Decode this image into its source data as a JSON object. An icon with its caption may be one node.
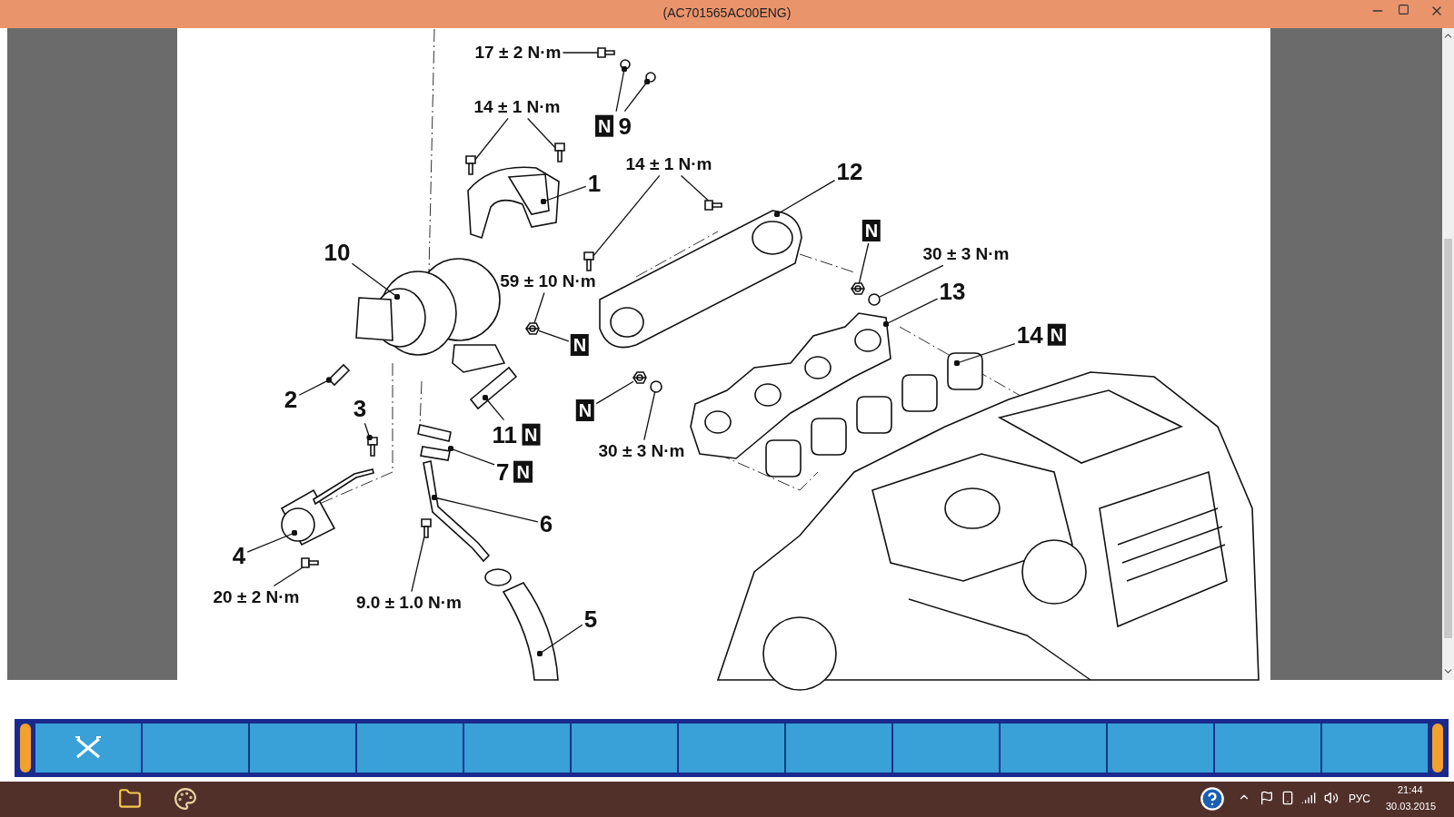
{
  "diagram": {
    "nodes": [
      {
        "text": [
          "17 ± 2 N·m"
        ]
      },
      {
        "text": [
          "14 ± 1 N·m"
        ]
      },
      {
        "text": [
          "N",
          "9"
        ]
      },
      {
        "text": [
          "1"
        ]
      },
      {
        "text": [
          "14 ± 1 N·m"
        ]
      },
      {
        "text": [
          "12"
        ]
      },
      {
        "text": [
          "N"
        ]
      },
      {
        "text": [
          "10"
        ]
      },
      {
        "text": [
          "30 ± 3 N·m"
        ]
      },
      {
        "text": [
          "59 ± 10 N·m"
        ]
      },
      {
        "text": [
          "13"
        ]
      },
      {
        "text": [
          "14",
          "N"
        ]
      },
      {
        "text": [
          "N"
        ]
      },
      {
        "text": [
          "2"
        ]
      },
      {
        "text": [
          "N"
        ]
      },
      {
        "text": [
          "3"
        ]
      },
      {
        "text": [
          "11",
          "N"
        ]
      },
      {
        "text": [
          "30 ± 3 N·m"
        ]
      },
      {
        "text": [
          "7",
          "N"
        ]
      },
      {
        "text": [
          "6"
        ]
      },
      {
        "text": [
          "4"
        ]
      },
      {
        "text": [
          "20 ± 2 N·m"
        ]
      },
      {
        "text": [
          "9.0 ± 1.0 N·m"
        ]
      },
      {
        "text": [
          "5"
        ]
      },
      {
        "text": [],
        "shape": "picture"
      },
      {
        "text": [],
        "shape": "circle"
      },
      {
        "text": [],
        "shape": "circle"
      },
      {
        "text": [],
        "shape": "picture"
      },
      {
        "text": [],
        "shape": "picture"
      },
      {
        "text": [],
        "shape": "picture"
      },
      {
        "text": [],
        "shape": "picture"
      },
      {
        "text": [],
        "shape": "picture"
      },
      {
        "text": [],
        "shape": "picture"
      },
      {
        "text": [],
        "shape": "picture"
      },
      {
        "text": [],
        "shape": "circle"
      },
      {
        "text": [],
        "shape": "picture"
      },
      {
        "text": [],
        "shape": "picture"
      },
      {
        "text": [],
        "shape": "picture"
      },
      {
        "text": [],
        "shape": "picture"
      },
      {
        "text": [],
        "shape": "picture"
      },
      {
        "text": [],
        "shape": "picture"
      },
      {
        "text": [],
        "shape": "circle"
      },
      {
        "text": [],
        "shape": "picture"
      },
      {
        "text": [],
        "shape": "picture"
      },
      {
        "text": [],
        "shape": "picture"
      },
      {
        "text": [],
        "shape": "picture"
      },
      {
        "text": [],
        "shape": "picture"
      },
      {
        "text": [],
        "shape": "picture"
      },
      {
        "text": [],
        "shape": "picture"
      },
      {
        "text": [],
        "shape": "picture"
      }
    ],
    "edges": [
      {
        "from": 0,
        "to": 24,
        "arrow": "none"
      },
      {
        "from": 1,
        "to": 28,
        "arrow": "none"
      },
      {
        "from": 1,
        "to": 27,
        "arrow": "none"
      },
      {
        "from": 2,
        "to": 25,
        "arrow": "other"
      },
      {
        "from": 2,
        "to": 26,
        "arrow": "other"
      },
      {
        "from": 3,
        "to": 29,
        "arrow": "other"
      },
      {
        "from": 4,
        "to": 32,
        "arrow": "none"
      },
      {
        "from": 4,
        "to": 30,
        "arrow": "none"
      },
      {
        "from": 5,
        "to": 31,
        "arrow": "other"
      },
      {
        "from": 6,
        "to": 33,
        "arrow": "none"
      },
      {
        "from": 7,
        "to": 35,
        "arrow": "other"
      },
      {
        "from": 8,
        "to": 34,
        "arrow": "none"
      },
      {
        "from": 9,
        "to": 37,
        "arrow": "none"
      },
      {
        "from": 10,
        "to": 36,
        "arrow": "other"
      },
      {
        "from": 11,
        "to": 38,
        "arrow": "other"
      },
      {
        "from": 12,
        "to": 37,
        "arrow": "none"
      },
      {
        "from": 13,
        "to": 39,
        "arrow": "other"
      },
      {
        "from": 14,
        "to": 40,
        "arrow": "none"
      },
      {
        "from": 15,
        "to": 44,
        "arrow": "other"
      },
      {
        "from": 16,
        "to": 42,
        "arrow": "other"
      },
      {
        "from": 17,
        "to": 41,
        "arrow": "none"
      },
      {
        "from": 18,
        "to": 43,
        "arrow": "other"
      },
      {
        "from": 19,
        "to": 46,
        "arrow": "other"
      },
      {
        "from": 20,
        "to": 45,
        "arrow": "other"
      },
      {
        "from": 21,
        "to": 48,
        "arrow": "none"
      },
      {
        "from": 22,
        "to": 47,
        "arrow": "none"
      },
      {
        "from": 23,
        "to": 49,
        "arrow": "other"
      }
    ],
    "labels": [
      "(AC701565AC00ENG)",
      "РУС",
      "21:44",
      "30.03.2015"
    ]
  }
}
